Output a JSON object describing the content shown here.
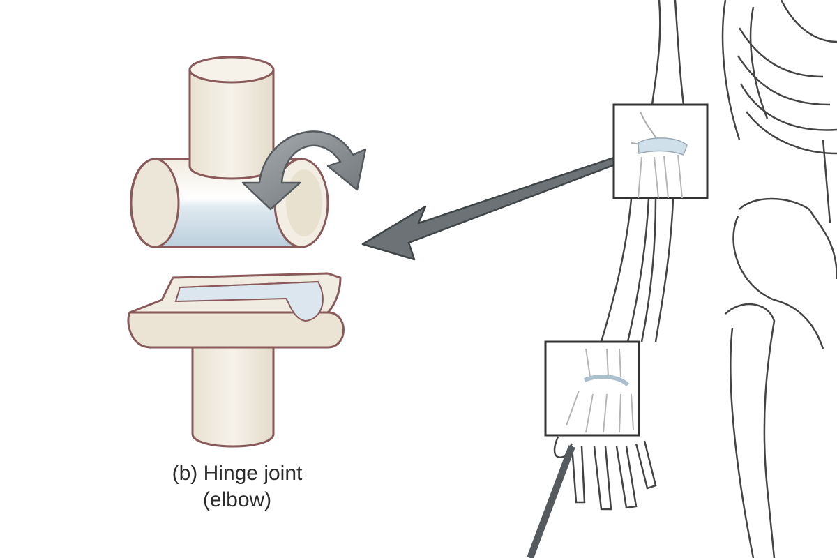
{
  "figure": {
    "caption_line1": "(b) Hinge joint",
    "caption_line2": "(elbow)",
    "joint_type": "hinge",
    "colors": {
      "bone_fill": "#efe9dc",
      "bone_outline": "#8a5a5a",
      "cartilage": "#cfe0ea",
      "arrow_fill": "#8a8d90",
      "arrow_dark": "#555a5e",
      "skeleton_line": "#444444"
    },
    "icons": [
      "rotation-arrow-icon",
      "pointer-arrow-icon"
    ]
  }
}
